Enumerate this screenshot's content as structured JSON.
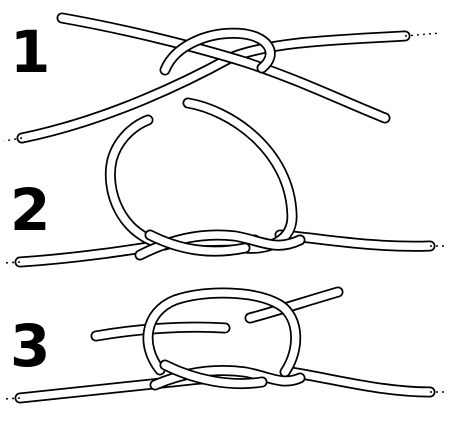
{
  "steps": [
    {
      "number": "1"
    },
    {
      "number": "2"
    },
    {
      "number": "3"
    }
  ],
  "colors": {
    "ink": "#000000",
    "paper": "#ffffff"
  }
}
